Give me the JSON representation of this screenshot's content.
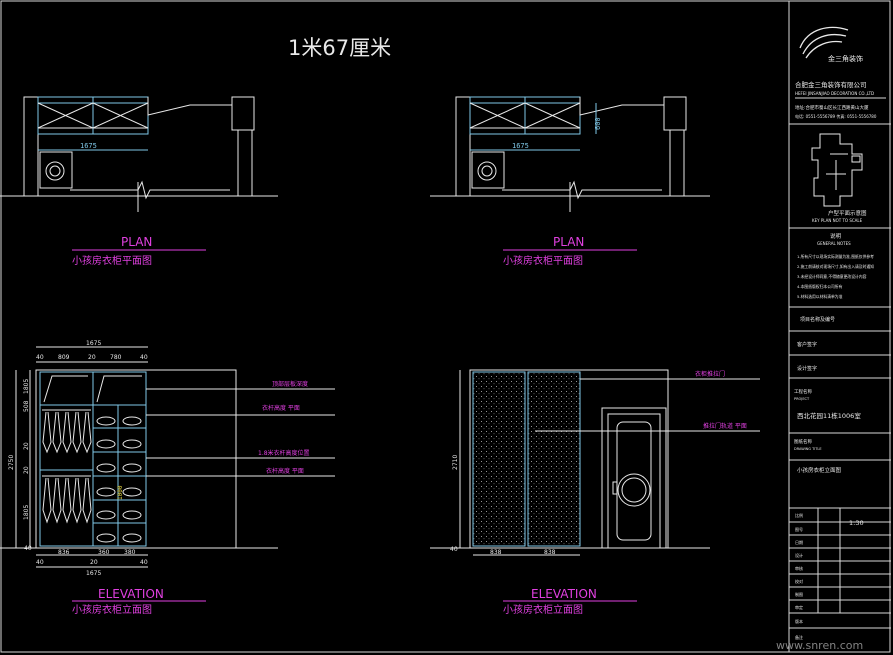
{
  "drawing": {
    "main_title": "1米67厘米",
    "view_left": {
      "plan_heading": "PLAN",
      "plan_caption": "小孩房衣柜平面图",
      "plan_width_dim": "1675",
      "elev_heading": "ELEVATION",
      "elev_caption": "小孩房衣柜立面图",
      "top_dims": [
        "1675",
        "40",
        "809",
        "20",
        "780",
        "40"
      ],
      "bottom_dims": [
        "836",
        "360",
        "380",
        "40",
        "20",
        "40",
        "1675"
      ],
      "height_dims": [
        "2750",
        "1805",
        "508",
        "20",
        "1805",
        "20",
        "40"
      ],
      "mid_dim": "1000",
      "callouts": [
        "顶部层板深度",
        "衣杆高度 平面",
        "1.8米衣杆高度位置",
        "衣杆高度 平面"
      ]
    },
    "view_right": {
      "plan_heading": "PLAN",
      "plan_caption": "小孩房衣柜平面图",
      "plan_width_dim": "1675",
      "plan_depth_dim": "600",
      "elev_heading": "ELEVATION",
      "elev_caption": "小孩房衣柜立面图",
      "bottom_dims": [
        "838",
        "838"
      ],
      "height_dims": [
        "2710",
        "40"
      ],
      "callouts": [
        "衣柜推拉门",
        "推拉门轨道 平面"
      ]
    }
  },
  "title_block": {
    "company_cn": "合肥金三角装饰有限公司",
    "company_en": "HEFEI JINSANJIAO DECORATION CO.,LTD",
    "logo_text": "金三角装饰",
    "address_line": "地址:合肥市蜀山区长江西路黄山大厦",
    "tel_line": "电话: 0551-5556789   传真: 0551-5556780",
    "floorplan_caption": "户型平面示意图",
    "floorplan_sub": "KEY PLAN   NOT TO SCALE",
    "notes_title": "说明",
    "notes_sub": "GENERAL NOTES",
    "notes": [
      "1.所有尺寸以现场实际测量为准,图纸仅供参考",
      "2.施工前请核对现场尺寸,如有出入请及时通知",
      "3.未经设计师同意,不得随意更改设计内容",
      "4.本图纸版权归本公司所有",
      "5.材料选用以材料清单为准"
    ],
    "row_labels": [
      "项目名称及编号",
      "客户签字",
      "设计签字"
    ],
    "project_label": "工程名称",
    "project_name": "西北花园11栋1006室",
    "project_label_en": "PROJECT",
    "drawing_label": "图纸名称",
    "drawing_label_en": "DRAWING TITLE",
    "drawing_name": "小孩房衣柜立面图",
    "info_labels": [
      "比例",
      "图号",
      "日期",
      "设计",
      "审核",
      "校对",
      "制图",
      "审定",
      "版本"
    ],
    "scale_value": "1:30",
    "watermark": "www.snren.com",
    "bottom_label": "备注"
  }
}
